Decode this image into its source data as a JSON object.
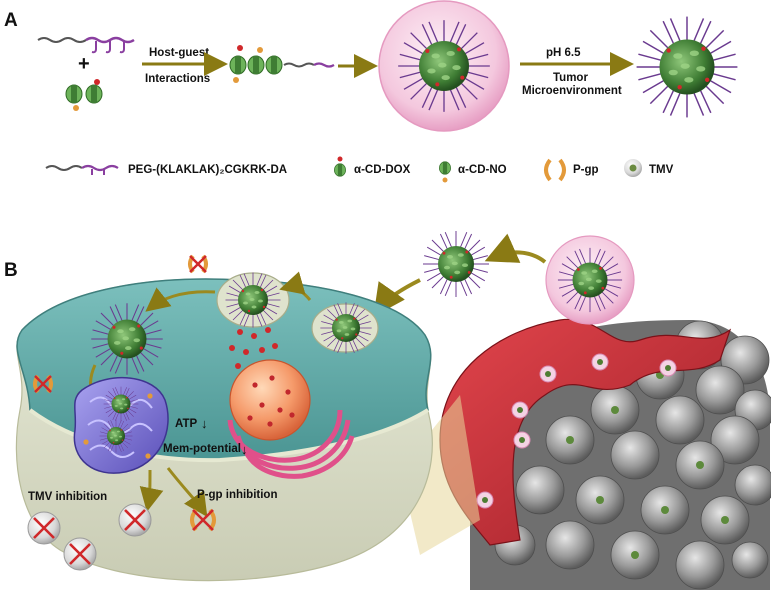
{
  "panels": {
    "a": "A",
    "b": "B"
  },
  "panel_a": {
    "step1_top": "Host-guest",
    "step1_bottom": "Interactions",
    "step2_top": "pH 6.5",
    "step2_mid": "Tumor",
    "step2_bottom": "Microenvironment",
    "plus": "+"
  },
  "legend": {
    "peptide": "PEG-(KLAKLAK)₂CGKRK-DA",
    "dox": "α-CD-DOX",
    "no": "α-CD-NO",
    "pgp": "P-gp",
    "tmv": "TMV"
  },
  "panel_b": {
    "atp": "ATP",
    "mem": "Mem-potential",
    "tmv_inhibition": "TMV inhibition",
    "pgp_inhibition": "P-gp inhibition"
  },
  "colors": {
    "arrow": "#9b8a1f",
    "peg": "#555555",
    "peptide": "#8a3fa0",
    "cd_green": "#5aa04a",
    "dox_red": "#d0282a",
    "no_orange": "#e39a3a",
    "shell_pink": "#f3c6dd",
    "cell_teal": "#5fa8a6",
    "vessel_red": "#c8323a",
    "tumor_gray": "#8a8a8a",
    "nucleus": "#f08a5e",
    "golgi": "#e0508a",
    "mito": "#6f66c8"
  }
}
